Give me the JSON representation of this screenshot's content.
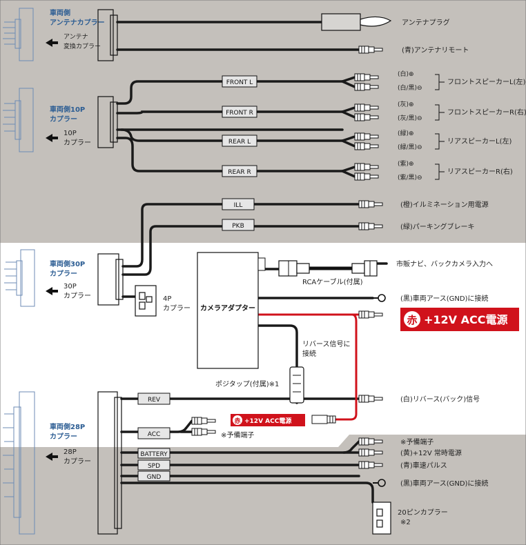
{
  "left": {
    "antenna": {
      "label1": "車両側",
      "label2": "アンテナカプラー",
      "harness1": "アンテナ",
      "harness2": "変換カプラー"
    },
    "p10": {
      "label1": "車両側10P",
      "label2": "カプラー",
      "harness1": "10P",
      "harness2": "カプラー"
    },
    "p30": {
      "label1": "車両側30P",
      "label2": "カプラー",
      "harness1": "30P",
      "harness2": "カプラー"
    },
    "p28": {
      "label1": "車両側28P",
      "label2": "カプラー",
      "harness1": "28P",
      "harness2": "カプラー"
    }
  },
  "tags": {
    "front_l": "FRONT L",
    "front_r": "FRONT R",
    "rear_l": "REAR L",
    "rear_r": "REAR R",
    "ill": "ILL",
    "pkb": "PKB",
    "rev": "REV",
    "acc": "ACC",
    "battery": "BATTERY",
    "spd": "SPD",
    "gnd": "GND"
  },
  "right": {
    "antenna_plug": "アンテナプラグ",
    "antenna_remote": "(青)アンテナリモート",
    "front_l_plus": "(白)⊕",
    "front_l_minus": "(白/黒)⊖",
    "front_speaker_l": "フロントスピーカーL(左)",
    "front_r_plus": "(灰)⊕",
    "front_r_minus": "(灰/黒)⊖",
    "front_speaker_r": "フロントスピーカーR(右)",
    "rear_l_plus": "(緑)⊕",
    "rear_l_minus": "(緑/黒)⊖",
    "rear_speaker_l": "リアスピーカーL(左)",
    "rear_r_plus": "(紫)⊕",
    "rear_r_minus": "(紫/黒)⊖",
    "rear_speaker_r": "リアスピーカーR(右)",
    "illumination": "(橙)イルミネーション用電源",
    "parking_brake": "(緑)パーキングブレーキ",
    "navi_camera": "市販ナビ、バックカメラ入力へ",
    "rca_cable": "RCAケーブル(付属)",
    "ground_top": "(黒)車両アース(GND)に接続",
    "reverse_signal": "(白)リバース(バック)信号",
    "spare_terminal": "※予備端子",
    "battery_power": "(黄)+12V 常時電源",
    "speed_pulse": "(青)車速パルス",
    "ground_bottom": "(黒)車両アース(GND)に接続",
    "pin20_1": "20ピンカプラー",
    "pin20_2": "※2"
  },
  "middle": {
    "camera_adapter": "カメラアダプター",
    "p4_1": "4P",
    "p4_2": "カプラー",
    "reverse_connect1": "リバース信号に",
    "reverse_connect2": "接続",
    "posi_tap": "ポジタップ(付属)※1"
  },
  "lower": {
    "spare_left": "※予備端子"
  },
  "badges": {
    "red_kanji": "赤",
    "acc_text": "+12V ACC電源",
    "acc_text_small": "+12V ACC電源"
  },
  "colors": {
    "background_gray": "#c4c0bb",
    "acc_red": "#d0121b",
    "connector_blue": "#6c8bb4",
    "label_blue": "#2c5d93"
  }
}
